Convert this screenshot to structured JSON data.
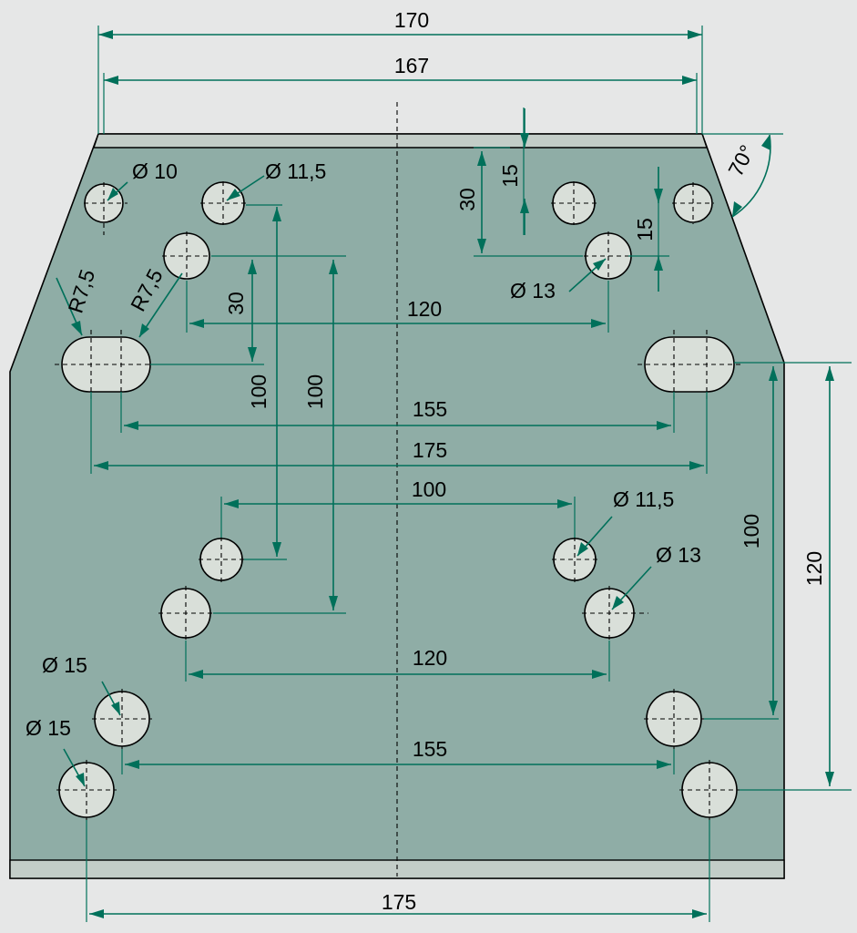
{
  "dimensions": {
    "top_width_outer": "170",
    "top_width_inner": "167",
    "angle": "70°",
    "hole_d10": "Ø 10",
    "hole_d115_top": "Ø 11,5",
    "slot_r_left": "R7,5",
    "slot_r_right": "R7,5",
    "v30_top_right": "30",
    "v15_top_right_a": "15",
    "v15_top_right_b": "15",
    "hole_d13_top": "Ø 13",
    "v30_left": "30",
    "h120_top": "120",
    "v100_left_a": "100",
    "v100_left_b": "100",
    "h155_slots": "155",
    "h175_slots": "175",
    "h100_mid": "100",
    "hole_d115_mid": "Ø 11,5",
    "hole_d13_mid": "Ø 13",
    "v100_right": "100",
    "v120_right": "120",
    "h120_low": "120",
    "hole_d15_a": "Ø 15",
    "hole_d15_b": "Ø 15",
    "h155_low": "155",
    "h175_bottom": "175"
  }
}
